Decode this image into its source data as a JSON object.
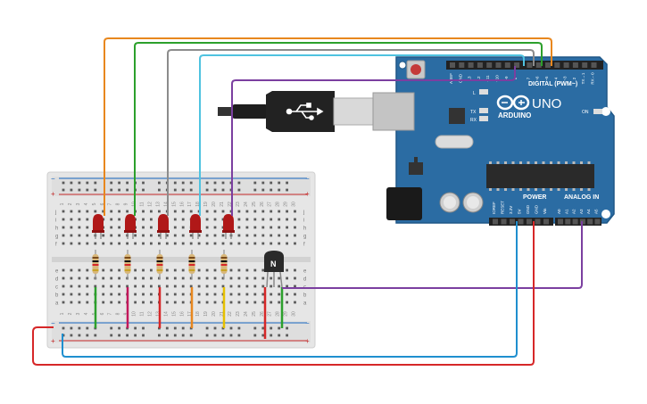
{
  "board": {
    "brand": "ARDUINO",
    "model": "UNO",
    "digital_header": "DIGITAL (PWM~)",
    "power_header": "POWER",
    "analog_header": "ANALOG IN",
    "power_pins": [
      "IOREF",
      "RESET",
      "3.3V",
      "5V",
      "GND",
      "GND",
      "Vin"
    ],
    "analog_pins": [
      "A0",
      "A1",
      "A2",
      "A3",
      "A4",
      "A5"
    ],
    "digital_pins": [
      "AREF",
      "GND",
      "13",
      "12",
      "~11",
      "~10",
      "~9",
      "8",
      "7",
      "~6",
      "~5",
      "4",
      "~3",
      "2",
      "TX→1",
      "RX←0"
    ],
    "led_labels": [
      "L",
      "TX",
      "RX"
    ],
    "on_label": "ON"
  },
  "breadboard": {
    "row_letters": [
      "j",
      "i",
      "h",
      "g",
      "f",
      "e",
      "d",
      "c",
      "b",
      "a"
    ],
    "column_numbers": [
      "1",
      "2",
      "3",
      "4",
      "5",
      "6",
      "7",
      "8",
      "9",
      "10",
      "11",
      "12",
      "13",
      "14",
      "15",
      "16",
      "17",
      "18",
      "19",
      "20",
      "21",
      "22",
      "23",
      "24",
      "25",
      "26",
      "27",
      "28",
      "29",
      "30"
    ],
    "rail_plus": "+",
    "rail_minus": "−"
  },
  "transistor": {
    "label": "N"
  },
  "colors": {
    "orange": "#e8871e",
    "green": "#2ca02c",
    "gray": "#8c8c8c",
    "cyan": "#4fc3e0",
    "purple": "#7b3fa0",
    "red": "#d62728",
    "blue": "#1f8fcf",
    "yellow": "#e6c000",
    "magenta": "#c2185b",
    "board_blue": "#2b6ca3",
    "led_red": "#b01818"
  }
}
